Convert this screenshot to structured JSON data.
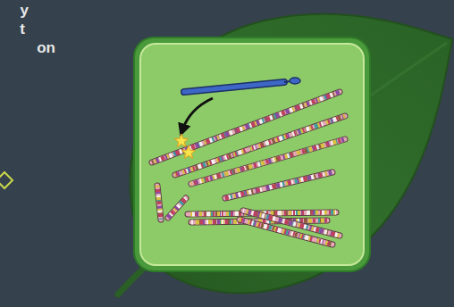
{
  "diagram": {
    "labels": [
      "y",
      "t",
      "on"
    ]
  }
}
